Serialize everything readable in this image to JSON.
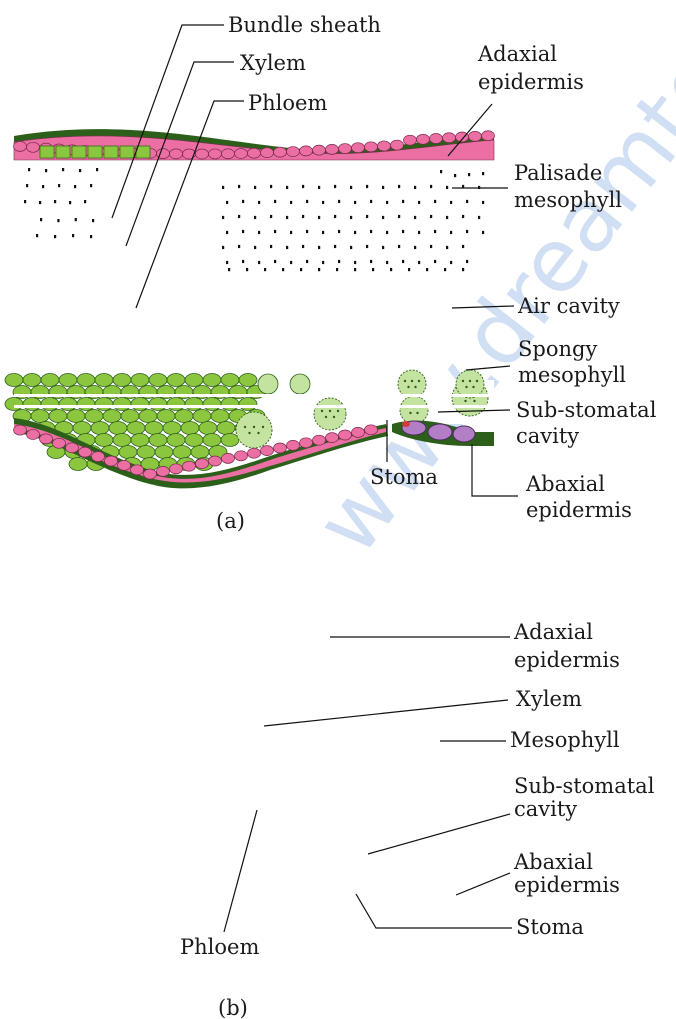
{
  "figure_a": {
    "caption": "(a)",
    "labels": {
      "bundle_sheath": "Bundle sheath",
      "xylem": "Xylem",
      "phloem": "Phloem",
      "adaxial_1": "Adaxial",
      "adaxial_2": "epidermis",
      "palisade_1": "Palisade",
      "palisade_2": "mesophyll",
      "air_cavity": "Air cavity",
      "spongy_1": "Spongy",
      "spongy_2": "mesophyll",
      "substomatal_1": "Sub-stomatal",
      "substomatal_2": "cavity",
      "stoma": "Stoma",
      "abaxial_1": "Abaxial",
      "abaxial_2": "epidermis"
    }
  },
  "figure_b": {
    "caption": "(b)",
    "labels": {
      "adaxial_1": "Adaxial",
      "adaxial_2": "epidermis",
      "xylem": "Xylem",
      "mesophyll": "Mesophyll",
      "substomatal_1": "Sub-stomatal",
      "substomatal_2": "cavity",
      "abaxial_1": "Abaxial",
      "abaxial_2": "epidermis",
      "stoma": "Stoma",
      "phloem": "Phloem"
    }
  },
  "watermark": "www.dreamto",
  "colors": {
    "epidermis_pink": "#ec6fa4",
    "cell_green": "#8cc63f",
    "light_green": "#c5e3a0",
    "outline_green": "#2c5f1a",
    "stoma_purple": "#b27fc7"
  }
}
